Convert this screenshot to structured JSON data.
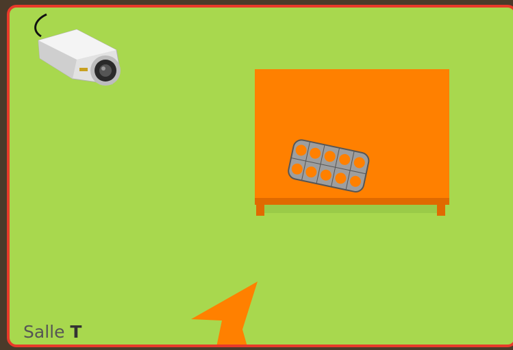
{
  "scene": {
    "room": {
      "label_prefix": "Salle",
      "label_letter": "T",
      "floor_color": "#a8d84e",
      "wall_color": "#e83a2a"
    },
    "camera": {
      "icon": "security-camera-icon"
    },
    "table": {
      "color": "#ff8000",
      "object": "pill-blister-pack"
    },
    "blister_pack": {
      "pills": 10,
      "pill_color": "#ff8000"
    },
    "navigation": {
      "icon": "arrow-up-icon",
      "color": "#ff8000"
    }
  }
}
